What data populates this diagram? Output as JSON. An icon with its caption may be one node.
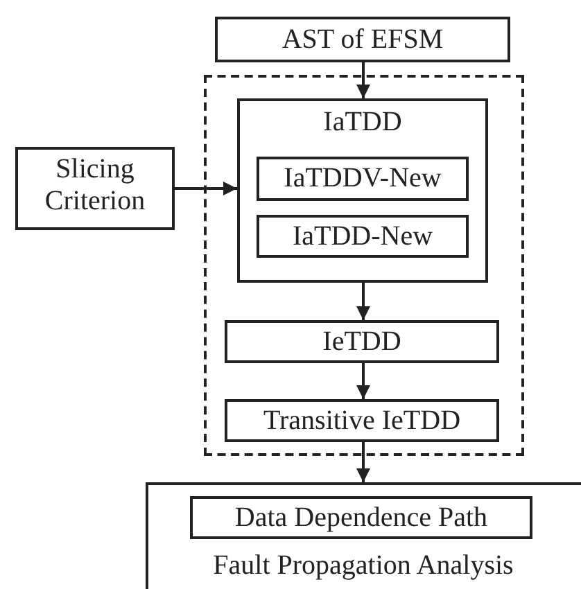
{
  "diagram": {
    "nodes": [
      {
        "text": [
          "AST of EFSM"
        ]
      },
      {
        "text": [],
        "shape": "box"
      },
      {
        "text": [
          "IaTDD"
        ],
        "in": 1
      },
      {
        "text": [
          "IaTDDV-New"
        ],
        "in": 2
      },
      {
        "text": [
          "IaTDD-New"
        ],
        "in": 2
      },
      {
        "text": [
          "Slicing Criterion"
        ]
      },
      {
        "text": [
          "IeTDD"
        ],
        "in": 1
      },
      {
        "text": [
          "Transitive IeTDD"
        ],
        "in": 1
      },
      {
        "text": [
          "Fault Propagation Analysis"
        ]
      },
      {
        "text": [
          "Data Dependence Path"
        ],
        "in": 8
      }
    ],
    "edges": [
      {
        "from": 0,
        "to": 2,
        "arrow": "to"
      },
      {
        "from": 5,
        "to": 2,
        "arrow": "to"
      },
      {
        "from": 2,
        "to": 6,
        "arrow": "to"
      },
      {
        "from": 6,
        "to": 7,
        "arrow": "to"
      },
      {
        "from": 7,
        "to": 8,
        "arrow": "to"
      }
    ]
  }
}
